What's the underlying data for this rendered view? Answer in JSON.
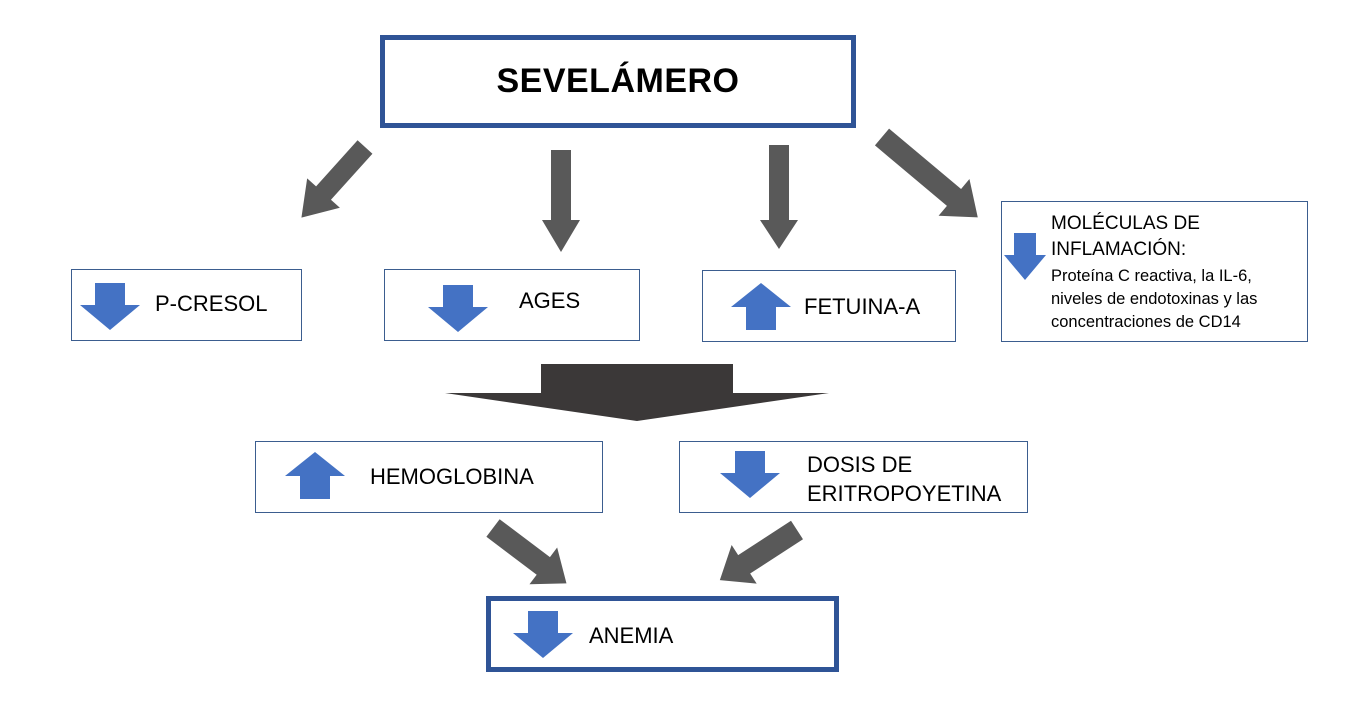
{
  "colors": {
    "arrow_gray": "#595959",
    "funnel_dark": "#3b3838",
    "indicator_blue": "#4472c4",
    "border_blue": "#2f5496"
  },
  "main": {
    "title": "SEVELÁMERO"
  },
  "effects": [
    {
      "label": "P-CRESOL",
      "direction": "down"
    },
    {
      "label": "AGES",
      "direction": "down"
    },
    {
      "label": "FETUINA-A",
      "direction": "up"
    }
  ],
  "inflammation": {
    "title_line1": "MOLÉCULAS DE",
    "title_line2": "INFLAMACIÓN:",
    "desc_line1": "Proteína C reactiva, la IL-6,",
    "desc_line2": "niveles de endotoxinas y las",
    "desc_line3": "concentraciones de CD14",
    "direction": "down"
  },
  "outcomes": [
    {
      "label": "HEMOGLOBINA",
      "direction": "up"
    },
    {
      "label_line1": "DOSIS DE",
      "label_line2": "ERITROPOYETINA",
      "direction": "down"
    }
  ],
  "result": {
    "label": "ANEMIA",
    "direction": "down"
  }
}
